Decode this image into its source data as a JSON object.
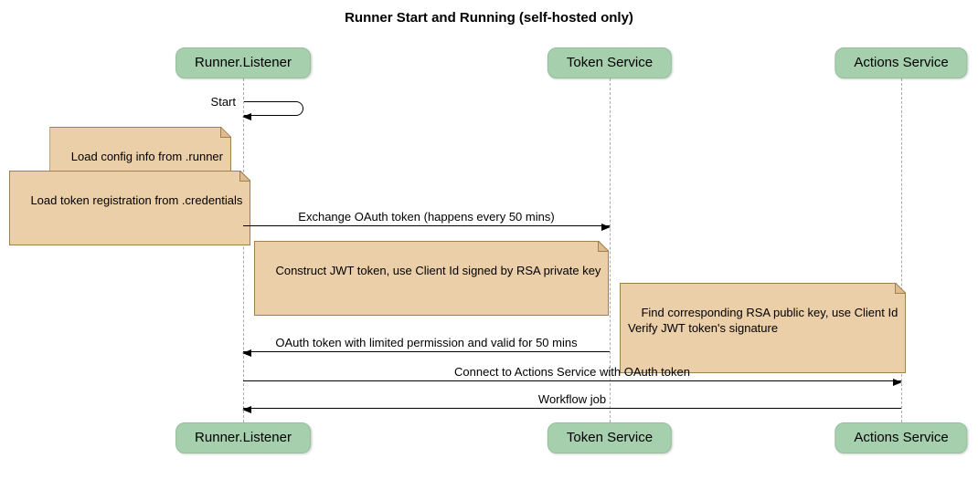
{
  "title": "Runner Start and Running (self-hosted only)",
  "participants": [
    {
      "label": "Runner.Listener"
    },
    {
      "label": "Token Service"
    },
    {
      "label": "Actions Service"
    }
  ],
  "self_message": {
    "label": "Start"
  },
  "notes": [
    {
      "text": "Load config info from .runner"
    },
    {
      "text": "Load token registration from .credentials"
    },
    {
      "text": "Construct JWT token, use Client Id signed by RSA private key"
    },
    {
      "text": "Find corresponding RSA public key, use Client Id\nVerify JWT token's signature"
    }
  ],
  "messages": [
    {
      "label": "Exchange OAuth token (happens every 50 mins)",
      "from": "Runner.Listener",
      "to": "Token Service"
    },
    {
      "label": "OAuth token with limited permission and valid for 50 mins",
      "from": "Token Service",
      "to": "Runner.Listener"
    },
    {
      "label": "Connect to Actions Service with OAuth token",
      "from": "Runner.Listener",
      "to": "Actions Service"
    },
    {
      "label": "Workflow job",
      "from": "Actions Service",
      "to": "Runner.Listener"
    }
  ],
  "colors": {
    "participant_fill": "#a6cfad",
    "participant_border": "#95bf9d",
    "note_fill": "#ebcfa9",
    "note_fill_dark": "#ddbb8f",
    "note_border": "#a08050",
    "lifeline": "#a9a9a9",
    "arrow": "#000000"
  }
}
